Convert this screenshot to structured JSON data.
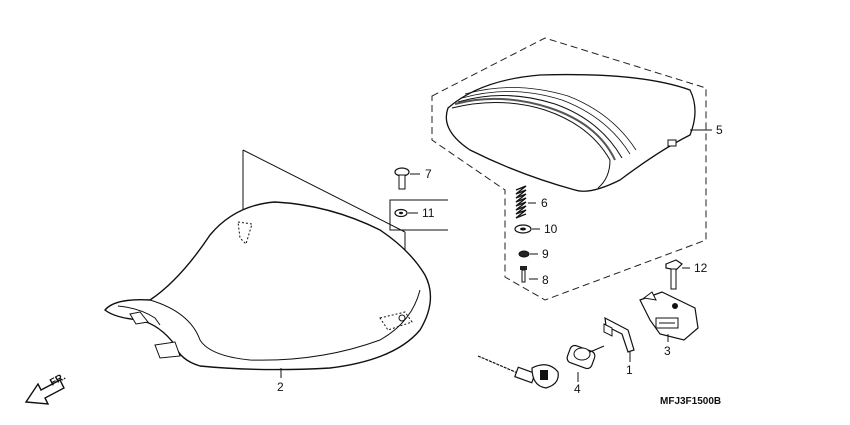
{
  "diagram": {
    "code": "MFJ3F1500B",
    "direction_label": "FR.",
    "callouts": [
      {
        "id": "1",
        "label": "1"
      },
      {
        "id": "2",
        "label": "2"
      },
      {
        "id": "3",
        "label": "3"
      },
      {
        "id": "4",
        "label": "4"
      },
      {
        "id": "5",
        "label": "5"
      },
      {
        "id": "6",
        "label": "6"
      },
      {
        "id": "7",
        "label": "7"
      },
      {
        "id": "8",
        "label": "8"
      },
      {
        "id": "9",
        "label": "9"
      },
      {
        "id": "10",
        "label": "10"
      },
      {
        "id": "11",
        "label": "11"
      },
      {
        "id": "12",
        "label": "12"
      }
    ]
  }
}
